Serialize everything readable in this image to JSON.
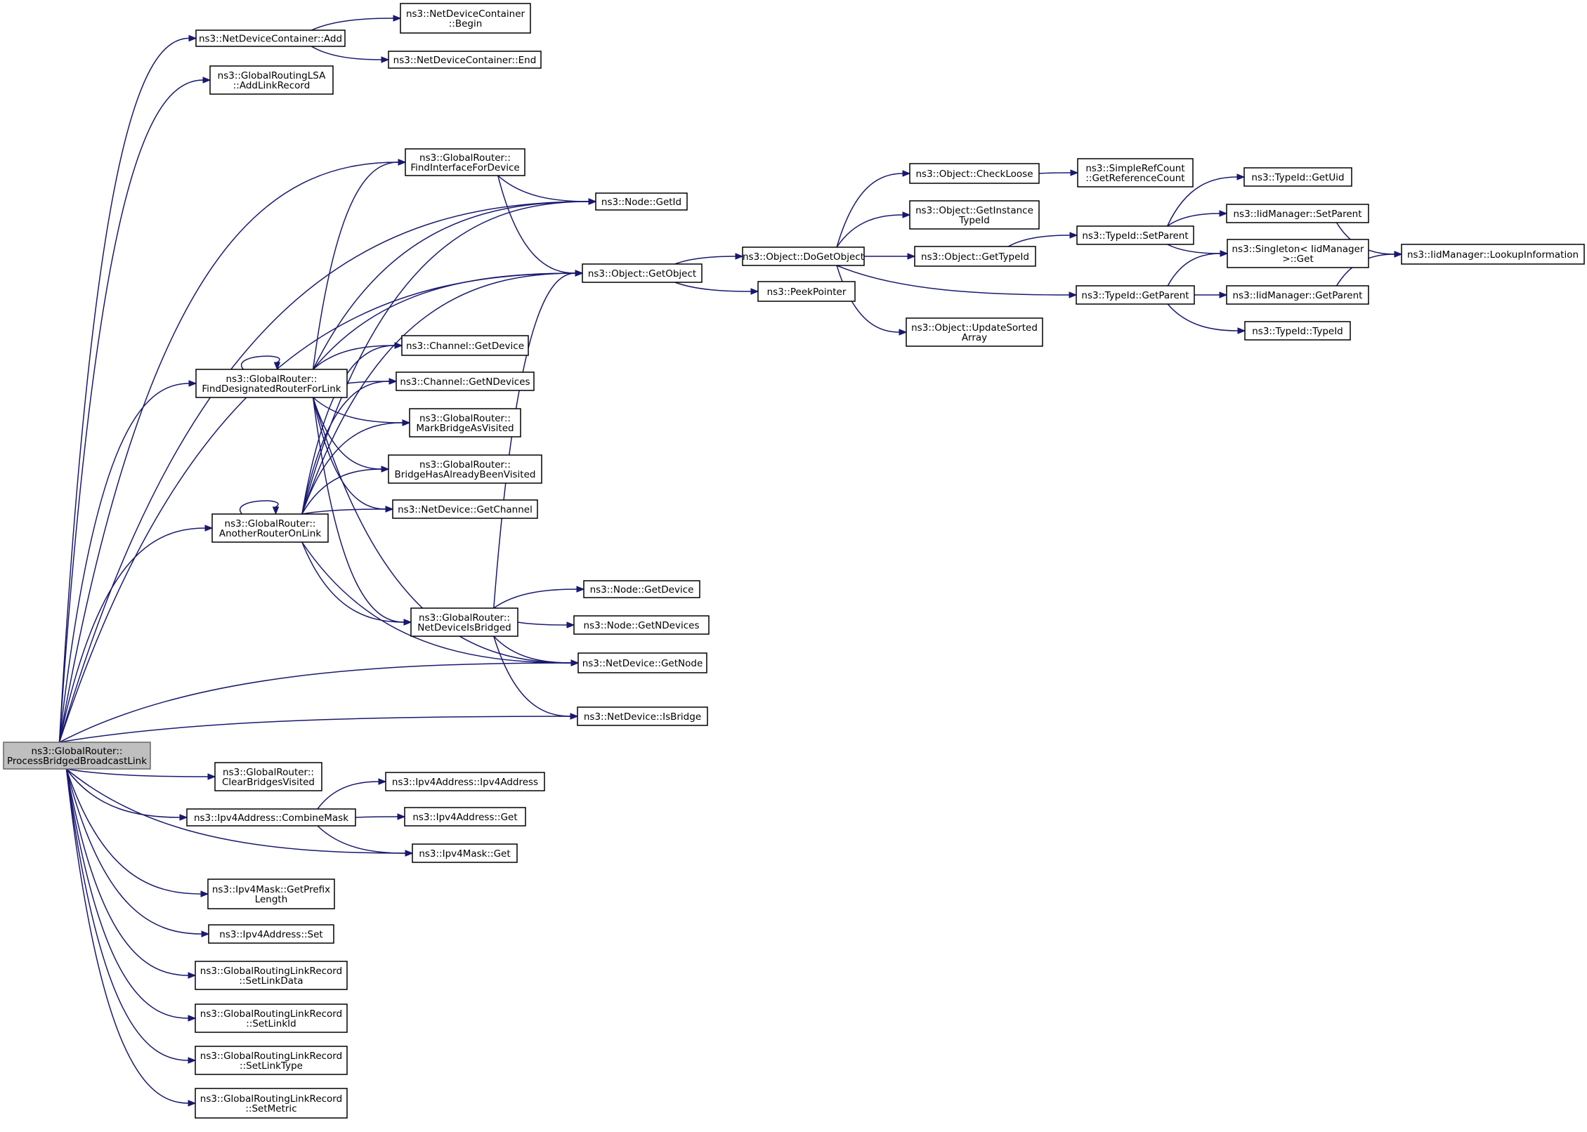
{
  "nodes": {
    "root": [
      "ns3::GlobalRouter::",
      "ProcessBridgedBroadcastLink"
    ],
    "ndc_add": [
      "ns3::NetDeviceContainer::Add"
    ],
    "ndc_begin": [
      "ns3::NetDeviceContainer",
      "::Begin"
    ],
    "ndc_end": [
      "ns3::NetDeviceContainer::End"
    ],
    "lsa_add": [
      "ns3::GlobalRoutingLSA",
      "::AddLinkRecord"
    ],
    "fifd": [
      "ns3::GlobalRouter::",
      "FindInterfaceForDevice"
    ],
    "node_getid": [
      "ns3::Node::GetId"
    ],
    "obj_getobject": [
      "ns3::Object::GetObject"
    ],
    "fdrfl": [
      "ns3::GlobalRouter::",
      "FindDesignatedRouterForLink"
    ],
    "ch_getdevice": [
      "ns3::Channel::GetDevice"
    ],
    "ch_getndevices": [
      "ns3::Channel::GetNDevices"
    ],
    "mark": [
      "ns3::GlobalRouter::",
      "MarkBridgeAsVisited"
    ],
    "bhabv": [
      "ns3::GlobalRouter::",
      "BridgeHasAlreadyBeenVisited"
    ],
    "nd_getchannel": [
      "ns3::NetDevice::GetChannel"
    ],
    "arol": [
      "ns3::GlobalRouter::",
      "AnotherRouterOnLink"
    ],
    "node_getdevice": [
      "ns3::Node::GetDevice"
    ],
    "ndib": [
      "ns3::GlobalRouter::",
      "NetDeviceIsBridged"
    ],
    "node_getndevices": [
      "ns3::Node::GetNDevices"
    ],
    "nd_getnode": [
      "ns3::NetDevice::GetNode"
    ],
    "nd_isbridge": [
      "ns3::NetDevice::IsBridge"
    ],
    "cbv": [
      "ns3::GlobalRouter::",
      "ClearBridgesVisited"
    ],
    "ipv4_ctor": [
      "ns3::Ipv4Address::Ipv4Address"
    ],
    "ipv4_combine": [
      "ns3::Ipv4Address::CombineMask"
    ],
    "ipv4_get": [
      "ns3::Ipv4Address::Get"
    ],
    "mask_get": [
      "ns3::Ipv4Mask::Get"
    ],
    "mask_prefix": [
      "ns3::Ipv4Mask::GetPrefix",
      "Length"
    ],
    "ipv4_set": [
      "ns3::Ipv4Address::Set"
    ],
    "glr_setlinkdata": [
      "ns3::GlobalRoutingLinkRecord",
      "::SetLinkData"
    ],
    "glr_setlinkid": [
      "ns3::GlobalRoutingLinkRecord",
      "::SetLinkId"
    ],
    "glr_setlinktype": [
      "ns3::GlobalRoutingLinkRecord",
      "::SetLinkType"
    ],
    "glr_setmetric": [
      "ns3::GlobalRoutingLinkRecord",
      "::SetMetric"
    ],
    "obj_dogetobject": [
      "ns3::Object::DoGetObject"
    ],
    "peek": [
      "ns3::PeekPointer"
    ],
    "obj_checkloose": [
      "ns3::Object::CheckLoose"
    ],
    "obj_getinstance": [
      "ns3::Object::GetInstance",
      "TypeId"
    ],
    "obj_gettypeid": [
      "ns3::Object::GetTypeId"
    ],
    "obj_updatesorted": [
      "ns3::Object::UpdateSorted",
      "Array"
    ],
    "src_getrefcount": [
      "ns3::SimpleRefCount",
      "::GetReferenceCount"
    ],
    "tid_setparent": [
      "ns3::TypeId::SetParent"
    ],
    "tid_getparent": [
      "ns3::TypeId::GetParent"
    ],
    "tid_getuid": [
      "ns3::TypeId::GetUid"
    ],
    "iid_setparent": [
      "ns3::IidManager::SetParent"
    ],
    "singleton_get": [
      "ns3::Singleton< IidManager",
      ">::Get"
    ],
    "iid_getparent": [
      "ns3::IidManager::GetParent"
    ],
    "tid_typeid": [
      "ns3::TypeId::TypeId"
    ],
    "iid_lookup": [
      "ns3::IidManager::LookupInformation"
    ]
  },
  "edges": [
    [
      "root",
      "ndc_add"
    ],
    [
      "root",
      "lsa_add"
    ],
    [
      "root",
      "fifd"
    ],
    [
      "root",
      "node_getid"
    ],
    [
      "root",
      "obj_getobject"
    ],
    [
      "root",
      "fdrfl"
    ],
    [
      "root",
      "arol"
    ],
    [
      "root",
      "nd_getnode"
    ],
    [
      "root",
      "nd_isbridge"
    ],
    [
      "root",
      "cbv"
    ],
    [
      "root",
      "ipv4_combine"
    ],
    [
      "root",
      "mask_get"
    ],
    [
      "root",
      "mask_prefix"
    ],
    [
      "root",
      "ipv4_set"
    ],
    [
      "root",
      "glr_setlinkdata"
    ],
    [
      "root",
      "glr_setlinkid"
    ],
    [
      "root",
      "glr_setlinktype"
    ],
    [
      "root",
      "glr_setmetric"
    ],
    [
      "ndc_add",
      "ndc_begin"
    ],
    [
      "ndc_add",
      "ndc_end"
    ],
    [
      "fifd",
      "node_getid"
    ],
    [
      "fifd",
      "obj_getobject"
    ],
    [
      "fdrfl",
      "fdrfl"
    ],
    [
      "fdrfl",
      "fifd"
    ],
    [
      "fdrfl",
      "node_getid"
    ],
    [
      "fdrfl",
      "obj_getobject"
    ],
    [
      "fdrfl",
      "ch_getdevice"
    ],
    [
      "fdrfl",
      "ch_getndevices"
    ],
    [
      "fdrfl",
      "mark"
    ],
    [
      "fdrfl",
      "bhabv"
    ],
    [
      "fdrfl",
      "nd_getchannel"
    ],
    [
      "fdrfl",
      "ndib"
    ],
    [
      "fdrfl",
      "nd_getnode"
    ],
    [
      "arol",
      "arol"
    ],
    [
      "arol",
      "ch_getdevice"
    ],
    [
      "arol",
      "ch_getndevices"
    ],
    [
      "arol",
      "mark"
    ],
    [
      "arol",
      "bhabv"
    ],
    [
      "arol",
      "nd_getchannel"
    ],
    [
      "arol",
      "node_getid"
    ],
    [
      "arol",
      "obj_getobject"
    ],
    [
      "arol",
      "ndib"
    ],
    [
      "arol",
      "nd_getnode"
    ],
    [
      "ndib",
      "obj_getobject"
    ],
    [
      "ndib",
      "node_getdevice"
    ],
    [
      "ndib",
      "node_getndevices"
    ],
    [
      "ndib",
      "nd_getnode"
    ],
    [
      "ndib",
      "nd_isbridge"
    ],
    [
      "ipv4_combine",
      "ipv4_ctor"
    ],
    [
      "ipv4_combine",
      "ipv4_get"
    ],
    [
      "ipv4_combine",
      "mask_get"
    ],
    [
      "obj_getobject",
      "obj_dogetobject"
    ],
    [
      "obj_getobject",
      "peek"
    ],
    [
      "obj_dogetobject",
      "obj_checkloose"
    ],
    [
      "obj_dogetobject",
      "obj_getinstance"
    ],
    [
      "obj_dogetobject",
      "obj_gettypeid"
    ],
    [
      "obj_dogetobject",
      "obj_updatesorted"
    ],
    [
      "obj_dogetobject",
      "tid_getparent"
    ],
    [
      "obj_checkloose",
      "src_getrefcount"
    ],
    [
      "obj_gettypeid",
      "tid_setparent"
    ],
    [
      "tid_setparent",
      "tid_getuid"
    ],
    [
      "tid_setparent",
      "iid_setparent"
    ],
    [
      "tid_setparent",
      "singleton_get"
    ],
    [
      "tid_getparent",
      "singleton_get"
    ],
    [
      "tid_getparent",
      "iid_getparent"
    ],
    [
      "tid_getparent",
      "tid_typeid"
    ],
    [
      "iid_setparent",
      "iid_lookup"
    ],
    [
      "iid_getparent",
      "iid_lookup"
    ]
  ]
}
